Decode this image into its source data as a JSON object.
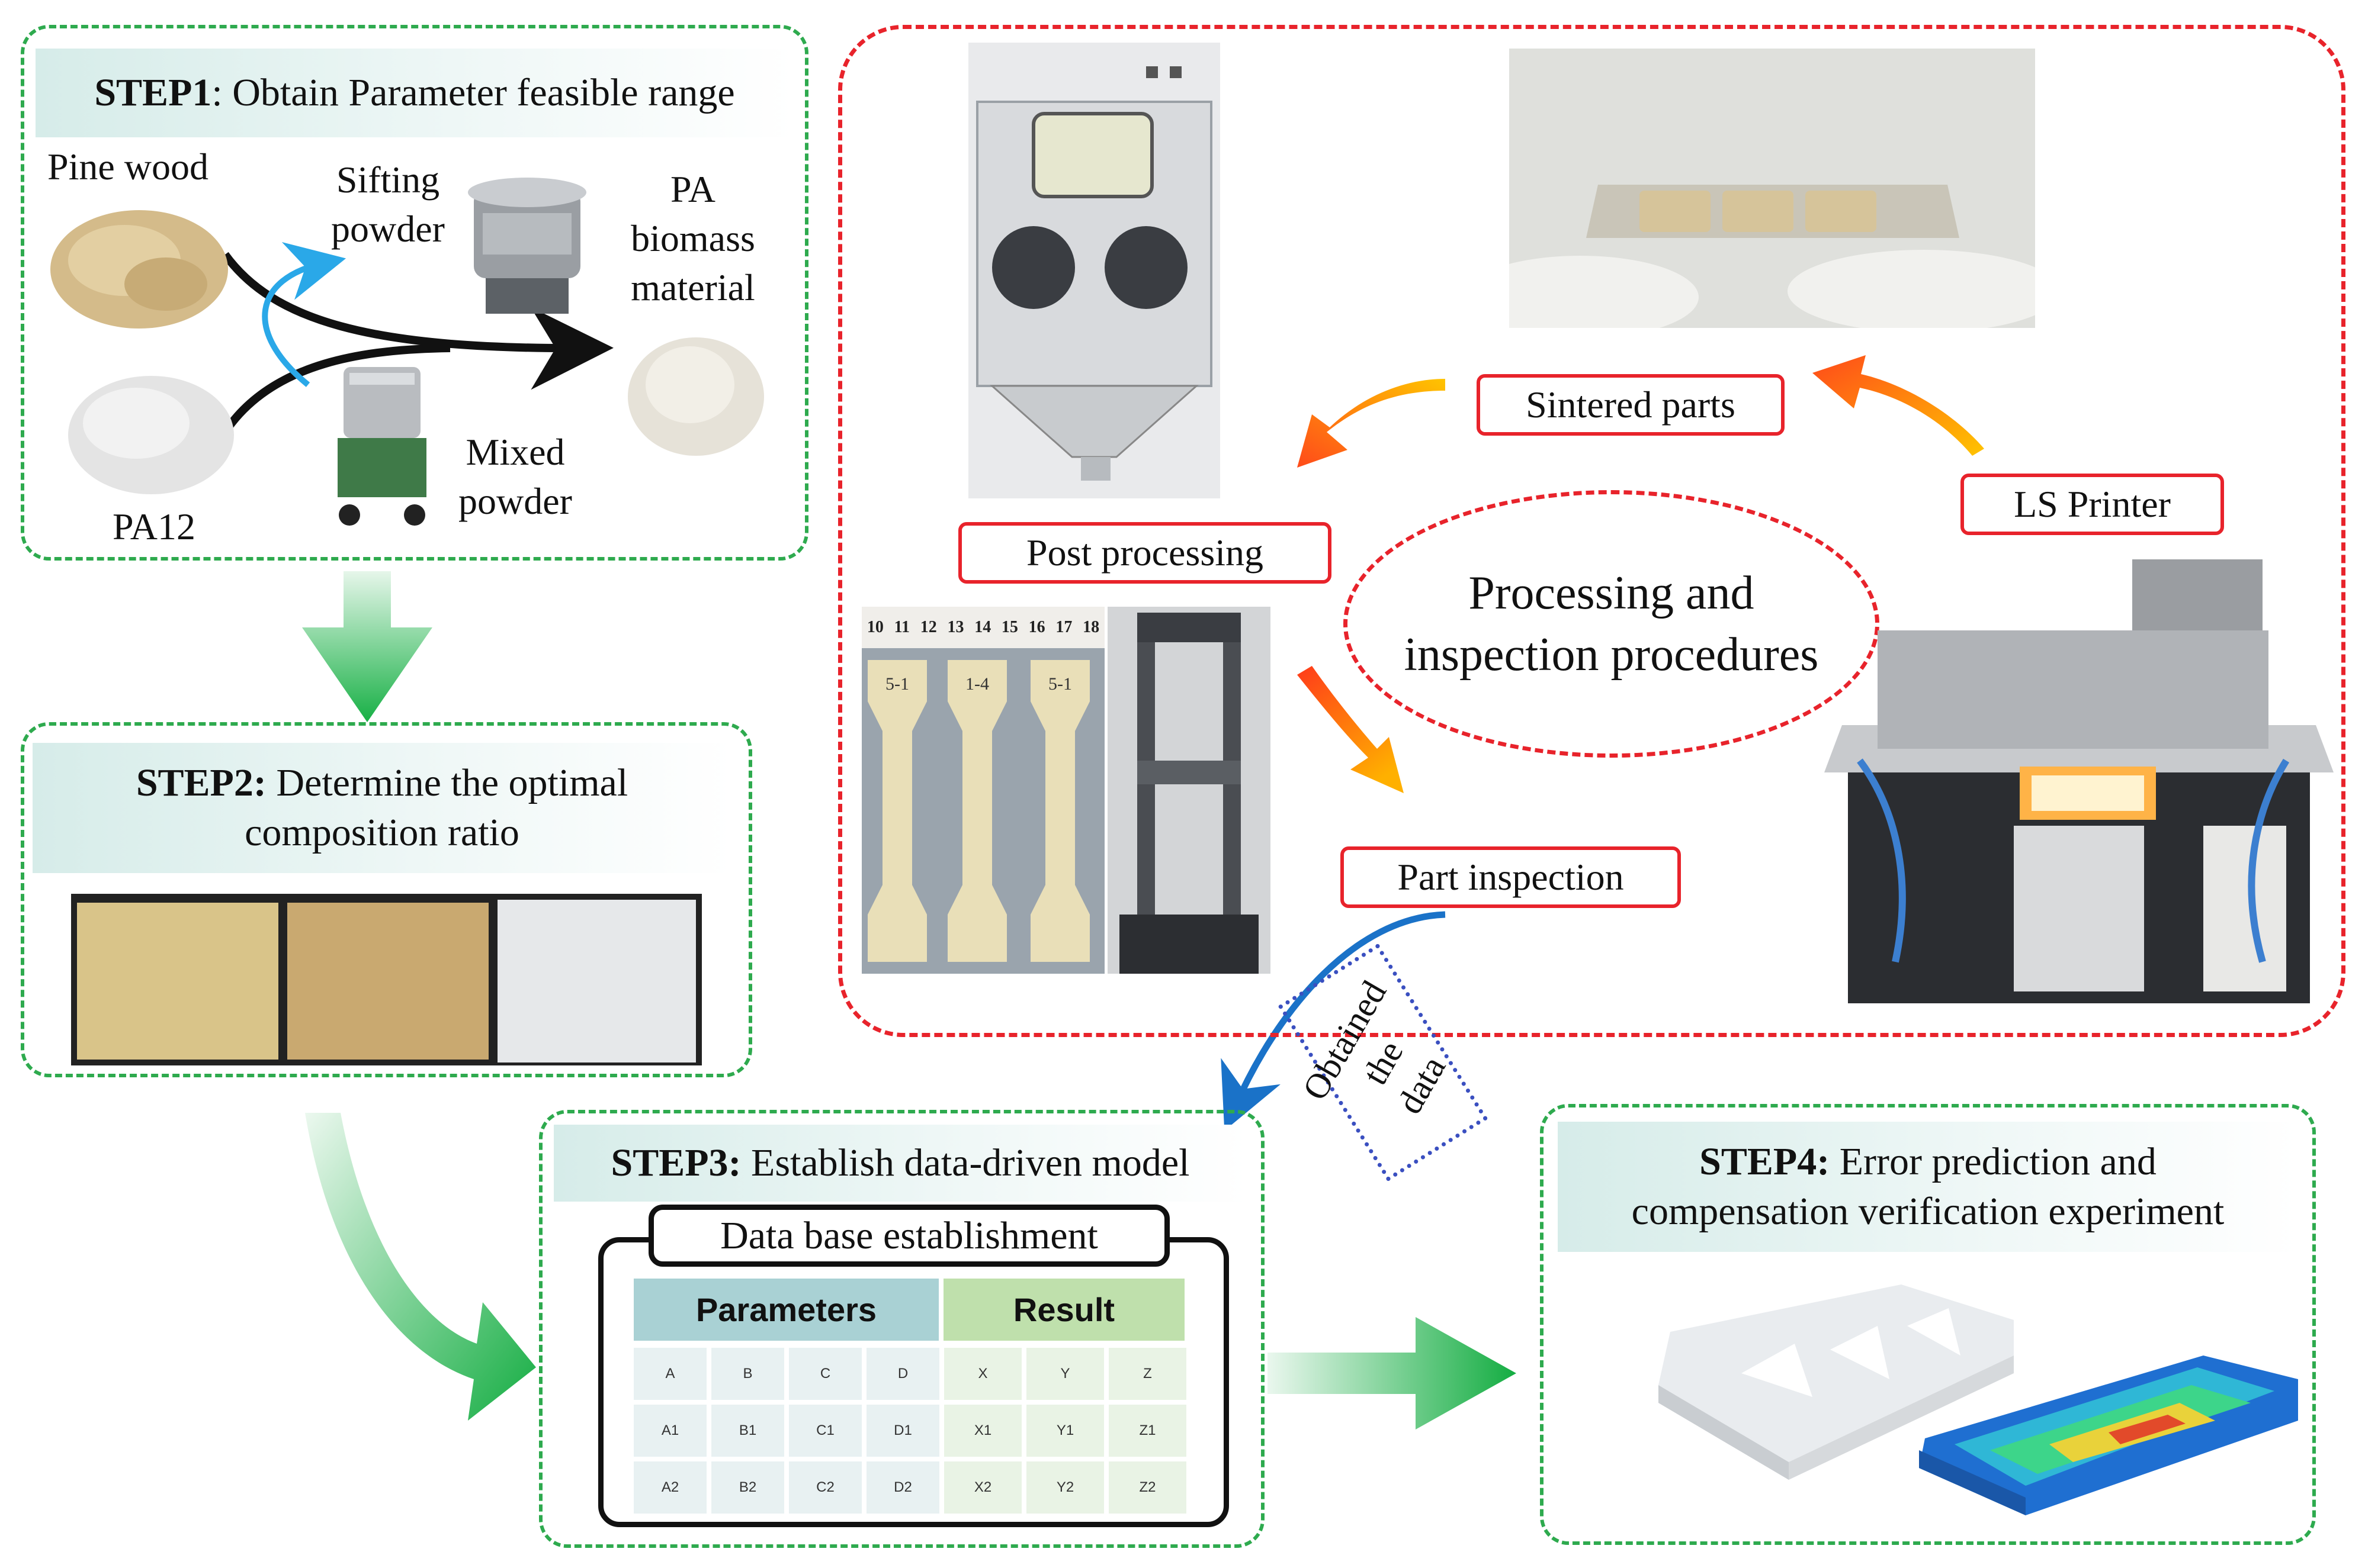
{
  "step1": {
    "title_bold": "STEP1",
    "title_rest": ": Obtain Parameter feasible range",
    "pine_wood": "Pine wood",
    "pa12": "PA12",
    "sifting_line1": "Sifting",
    "sifting_line2": "powder",
    "mixed_line1": "Mixed",
    "mixed_line2": "powder",
    "pa_line1": "PA",
    "pa_line2": "biomass",
    "pa_line3": "material"
  },
  "step2": {
    "title_bold": "STEP2:",
    "title_line1_rest": " Determine the optimal",
    "title_line2": "composition ratio"
  },
  "step3": {
    "title_bold": "STEP3:",
    "title_rest": " Establish data-driven model",
    "database_label": "Data base establishment",
    "table": {
      "header_params": "Parameters",
      "header_result": "Result",
      "rows": [
        [
          "A",
          "B",
          "C",
          "D",
          "X",
          "Y",
          "Z"
        ],
        [
          "A1",
          "B1",
          "C1",
          "D1",
          "X1",
          "Y1",
          "Z1"
        ],
        [
          "A2",
          "B2",
          "C2",
          "D2",
          "X2",
          "Y2",
          "Z2"
        ]
      ]
    }
  },
  "step4": {
    "title_bold": "STEP4:",
    "title_line1_rest": " Error prediction and",
    "title_line2": "compensation verification experiment"
  },
  "process": {
    "sintered_parts": "Sintered parts",
    "ls_printer": "LS Printer",
    "post_processing": "Post processing",
    "part_inspection": "Part inspection",
    "center_line1": "Processing and",
    "center_line2": "inspection procedures",
    "obtained_line1": "Obtained the",
    "obtained_line2": "data",
    "ruler_ticks": [
      "10",
      "11",
      "12",
      "13",
      "14",
      "15",
      "16",
      "17",
      "18"
    ],
    "specimen_marks": [
      "5-1",
      "1-4",
      "5-1"
    ]
  },
  "colors": {
    "green_dash": "#2eaa4e",
    "red_dash": "#e8232b",
    "blue_dot": "#3a4fc0",
    "orange_arrow": "#ff8a00",
    "blue_arrow": "#1a72c8",
    "green_arrow": "#1fb24a"
  }
}
